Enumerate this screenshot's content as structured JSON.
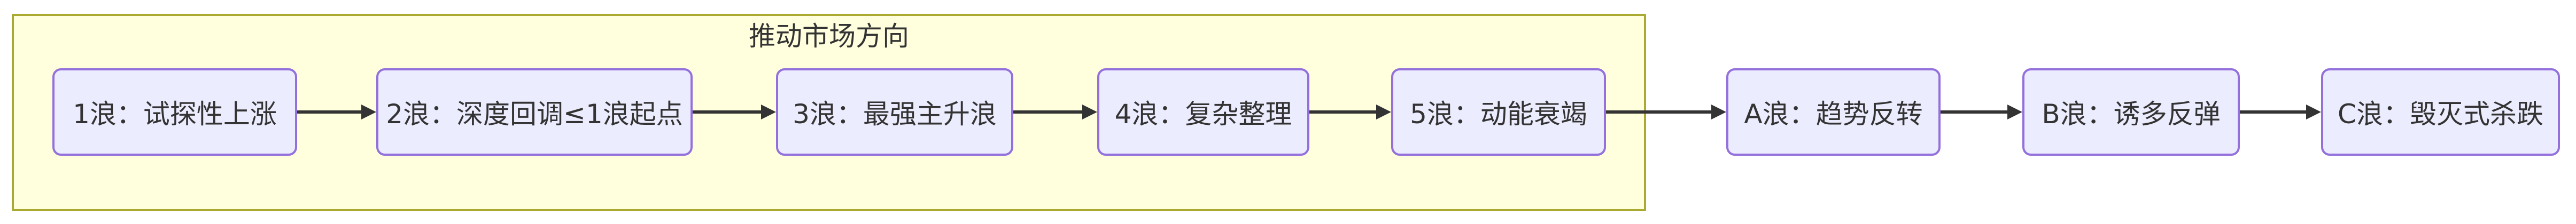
{
  "diagram": {
    "type": "flowchart-lr",
    "cluster": {
      "title": "推动市场方向",
      "node_ids": [
        "w1",
        "w2",
        "w3",
        "w4",
        "w5"
      ]
    },
    "nodes": [
      {
        "id": "w1",
        "label": "1浪：试探性上涨"
      },
      {
        "id": "w2",
        "label": "2浪：深度回调≤1浪起点"
      },
      {
        "id": "w3",
        "label": "3浪：最强主升浪"
      },
      {
        "id": "w4",
        "label": "4浪：复杂整理"
      },
      {
        "id": "w5",
        "label": "5浪：动能衰竭"
      },
      {
        "id": "wa",
        "label": "A浪：趋势反转"
      },
      {
        "id": "wb",
        "label": "B浪：诱多反弹"
      },
      {
        "id": "wc",
        "label": "C浪：毁灭式杀跌"
      }
    ],
    "edges": [
      {
        "from": "w1",
        "to": "w2"
      },
      {
        "from": "w2",
        "to": "w3"
      },
      {
        "from": "w3",
        "to": "w4"
      },
      {
        "from": "w4",
        "to": "w5"
      },
      {
        "from": "w5",
        "to": "wa"
      },
      {
        "from": "wa",
        "to": "wb"
      },
      {
        "from": "wb",
        "to": "wc"
      }
    ],
    "colors": {
      "cluster_fill": "#ffffde",
      "cluster_border": "#aaaa33",
      "node_fill": "#ececff",
      "node_border": "#9370db",
      "text": "#333333",
      "arrow": "#333333"
    }
  }
}
